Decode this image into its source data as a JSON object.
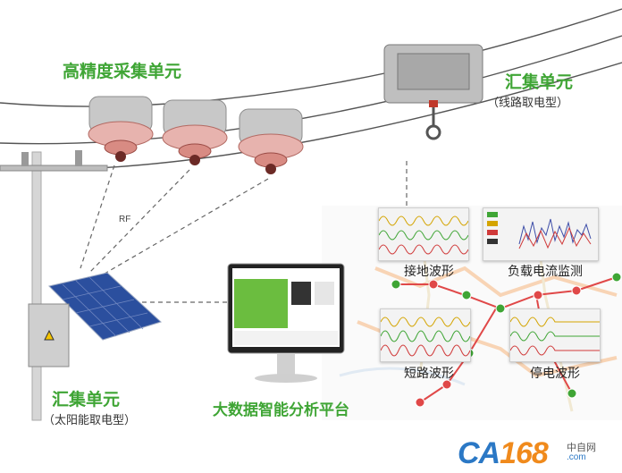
{
  "labels": {
    "high_precision_unit": "高精度采集单元",
    "collector_line": "汇集单元",
    "collector_line_sub": "（线路取电型）",
    "collector_solar": "汇集单元",
    "collector_solar_sub": "（太阳能取电型）",
    "rf": "RF",
    "platform": "大数据智能分析平台",
    "ground_wave": "接地波形",
    "load_monitor": "负载电流监测",
    "short_wave": "短路波形",
    "outage_wave": "停电波形"
  },
  "watermark": {
    "brand_ca": "CA",
    "brand_num": "168",
    "site_name": "中自网",
    "url": ".com"
  },
  "colors": {
    "title_green": "#3fa535",
    "brand_blue": "#2b78c5",
    "brand_orange": "#f08a1c"
  }
}
